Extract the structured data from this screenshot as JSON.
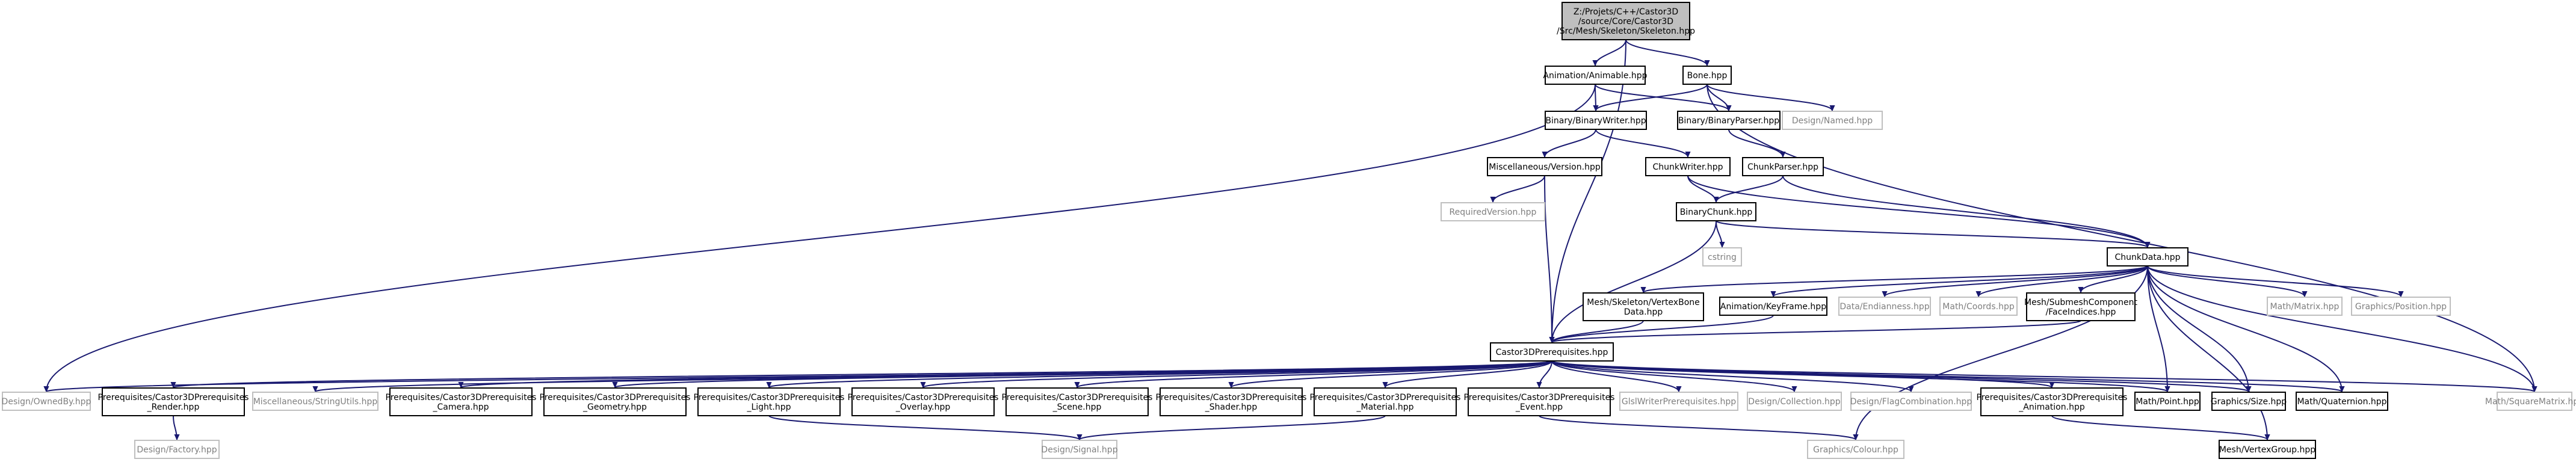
{
  "colors": {
    "edge": "#191970",
    "node_border": "#000000",
    "missing_border": "#bfbfbf",
    "root_fill": "#bfbfbf",
    "text": "#000000",
    "missing_text": "#7f7f7f"
  },
  "nodes": [
    {
      "id": "root",
      "lines": [
        "Z:/Projets/C++/Castor3D",
        "/source/Core/Castor3D",
        "/Src/Mesh/Skeleton/Skeleton.hpp"
      ],
      "kind": "root"
    },
    {
      "id": "animable",
      "lines": [
        "Animation/Animable.hpp"
      ],
      "kind": "file"
    },
    {
      "id": "bone",
      "lines": [
        "Bone.hpp"
      ],
      "kind": "file"
    },
    {
      "id": "binwriter",
      "lines": [
        "Binary/BinaryWriter.hpp"
      ],
      "kind": "file"
    },
    {
      "id": "binparser",
      "lines": [
        "Binary/BinaryParser.hpp"
      ],
      "kind": "file"
    },
    {
      "id": "named",
      "lines": [
        "Design/Named.hpp"
      ],
      "kind": "missing"
    },
    {
      "id": "version",
      "lines": [
        "Miscellaneous/Version.hpp"
      ],
      "kind": "file"
    },
    {
      "id": "chunkwriter",
      "lines": [
        "ChunkWriter.hpp"
      ],
      "kind": "file"
    },
    {
      "id": "chunkparser",
      "lines": [
        "ChunkParser.hpp"
      ],
      "kind": "file"
    },
    {
      "id": "reqversion",
      "lines": [
        "RequiredVersion.hpp"
      ],
      "kind": "missing"
    },
    {
      "id": "binchunk",
      "lines": [
        "BinaryChunk.hpp"
      ],
      "kind": "file"
    },
    {
      "id": "cstring",
      "lines": [
        "cstring"
      ],
      "kind": "missing"
    },
    {
      "id": "chunkdata",
      "lines": [
        "ChunkData.hpp"
      ],
      "kind": "file"
    },
    {
      "id": "vertexbone",
      "lines": [
        "Mesh/Skeleton/VertexBone",
        "Data.hpp"
      ],
      "kind": "file"
    },
    {
      "id": "keyframe",
      "lines": [
        "Animation/KeyFrame.hpp"
      ],
      "kind": "file"
    },
    {
      "id": "endianness",
      "lines": [
        "Data/Endianness.hpp"
      ],
      "kind": "missing"
    },
    {
      "id": "coords",
      "lines": [
        "Math/Coords.hpp"
      ],
      "kind": "missing"
    },
    {
      "id": "faceindices",
      "lines": [
        "Mesh/SubmeshComponent",
        "/FaceIndices.hpp"
      ],
      "kind": "file"
    },
    {
      "id": "matrix",
      "lines": [
        "Math/Matrix.hpp"
      ],
      "kind": "missing"
    },
    {
      "id": "position",
      "lines": [
        "Graphics/Position.hpp"
      ],
      "kind": "missing"
    },
    {
      "id": "prereq",
      "lines": [
        "Castor3DPrerequisites.hpp"
      ],
      "kind": "file"
    },
    {
      "id": "ownedby",
      "lines": [
        "Design/OwnedBy.hpp"
      ],
      "kind": "missing"
    },
    {
      "id": "render",
      "lines": [
        "Prerequisites/Castor3DPrerequisites",
        "_Render.hpp"
      ],
      "kind": "file"
    },
    {
      "id": "stringutils",
      "lines": [
        "Miscellaneous/StringUtils.hpp"
      ],
      "kind": "missing"
    },
    {
      "id": "camera",
      "lines": [
        "Prerequisites/Castor3DPrerequisites",
        "_Camera.hpp"
      ],
      "kind": "file"
    },
    {
      "id": "geometry",
      "lines": [
        "Prerequisites/Castor3DPrerequisites",
        "_Geometry.hpp"
      ],
      "kind": "file"
    },
    {
      "id": "light",
      "lines": [
        "Prerequisites/Castor3DPrerequisites",
        "_Light.hpp"
      ],
      "kind": "file"
    },
    {
      "id": "overlay",
      "lines": [
        "Prerequisites/Castor3DPrerequisites",
        "_Overlay.hpp"
      ],
      "kind": "file"
    },
    {
      "id": "scene",
      "lines": [
        "Prerequisites/Castor3DPrerequisites",
        "_Scene.hpp"
      ],
      "kind": "file"
    },
    {
      "id": "shader",
      "lines": [
        "Prerequisites/Castor3DPrerequisites",
        "_Shader.hpp"
      ],
      "kind": "file"
    },
    {
      "id": "material",
      "lines": [
        "Prerequisites/Castor3DPrerequisites",
        "_Material.hpp"
      ],
      "kind": "file"
    },
    {
      "id": "event",
      "lines": [
        "Prerequisites/Castor3DPrerequisites",
        "_Event.hpp"
      ],
      "kind": "file"
    },
    {
      "id": "glsl",
      "lines": [
        "GlslWriterPrerequisites.hpp"
      ],
      "kind": "missing"
    },
    {
      "id": "collection",
      "lines": [
        "Design/Collection.hpp"
      ],
      "kind": "missing"
    },
    {
      "id": "flagcomb",
      "lines": [
        "Design/FlagCombination.hpp"
      ],
      "kind": "missing"
    },
    {
      "id": "animation",
      "lines": [
        "Prerequisites/Castor3DPrerequisites",
        "_Animation.hpp"
      ],
      "kind": "file"
    },
    {
      "id": "point",
      "lines": [
        "Math/Point.hpp"
      ],
      "kind": "file"
    },
    {
      "id": "size",
      "lines": [
        "Graphics/Size.hpp"
      ],
      "kind": "file"
    },
    {
      "id": "quaternion",
      "lines": [
        "Math/Quaternion.hpp"
      ],
      "kind": "file"
    },
    {
      "id": "squarematrix",
      "lines": [
        "Math/SquareMatrix.hpp"
      ],
      "kind": "missing"
    },
    {
      "id": "factory",
      "lines": [
        "Design/Factory.hpp"
      ],
      "kind": "missing"
    },
    {
      "id": "signal",
      "lines": [
        "Design/Signal.hpp"
      ],
      "kind": "missing"
    },
    {
      "id": "colour",
      "lines": [
        "Graphics/Colour.hpp"
      ],
      "kind": "missing"
    },
    {
      "id": "vertexgroup",
      "lines": [
        "Mesh/VertexGroup.hpp"
      ],
      "kind": "file"
    }
  ],
  "edges": [
    [
      "root",
      "animable"
    ],
    [
      "root",
      "bone"
    ],
    [
      "root",
      "prereq"
    ],
    [
      "animable",
      "binwriter"
    ],
    [
      "animable",
      "binparser"
    ],
    [
      "animable",
      "ownedby"
    ],
    [
      "bone",
      "binwriter"
    ],
    [
      "bone",
      "binparser"
    ],
    [
      "bone",
      "named"
    ],
    [
      "bone",
      "squarematrix"
    ],
    [
      "binwriter",
      "version"
    ],
    [
      "binwriter",
      "chunkwriter"
    ],
    [
      "binparser",
      "chunkparser"
    ],
    [
      "version",
      "reqversion"
    ],
    [
      "version",
      "prereq"
    ],
    [
      "chunkwriter",
      "binchunk"
    ],
    [
      "chunkwriter",
      "chunkdata"
    ],
    [
      "chunkparser",
      "binchunk"
    ],
    [
      "chunkparser",
      "chunkdata"
    ],
    [
      "binchunk",
      "cstring"
    ],
    [
      "binchunk",
      "chunkdata"
    ],
    [
      "binchunk",
      "prereq"
    ],
    [
      "chunkdata",
      "vertexbone"
    ],
    [
      "chunkdata",
      "keyframe"
    ],
    [
      "chunkdata",
      "endianness"
    ],
    [
      "chunkdata",
      "coords"
    ],
    [
      "chunkdata",
      "faceindices"
    ],
    [
      "chunkdata",
      "matrix"
    ],
    [
      "chunkdata",
      "position"
    ],
    [
      "chunkdata",
      "point"
    ],
    [
      "chunkdata",
      "size"
    ],
    [
      "chunkdata",
      "quaternion"
    ],
    [
      "chunkdata",
      "squarematrix"
    ],
    [
      "chunkdata",
      "colour"
    ],
    [
      "chunkdata",
      "vertexgroup"
    ],
    [
      "vertexbone",
      "prereq"
    ],
    [
      "keyframe",
      "prereq"
    ],
    [
      "faceindices",
      "prereq"
    ],
    [
      "prereq",
      "ownedby"
    ],
    [
      "prereq",
      "render"
    ],
    [
      "prereq",
      "stringutils"
    ],
    [
      "prereq",
      "camera"
    ],
    [
      "prereq",
      "geometry"
    ],
    [
      "prereq",
      "light"
    ],
    [
      "prereq",
      "overlay"
    ],
    [
      "prereq",
      "scene"
    ],
    [
      "prereq",
      "shader"
    ],
    [
      "prereq",
      "material"
    ],
    [
      "prereq",
      "event"
    ],
    [
      "prereq",
      "glsl"
    ],
    [
      "prereq",
      "collection"
    ],
    [
      "prereq",
      "flagcomb"
    ],
    [
      "prereq",
      "animation"
    ],
    [
      "prereq",
      "point"
    ],
    [
      "prereq",
      "size"
    ],
    [
      "prereq",
      "quaternion"
    ],
    [
      "prereq",
      "squarematrix"
    ],
    [
      "render",
      "factory"
    ],
    [
      "light",
      "signal"
    ],
    [
      "material",
      "signal"
    ],
    [
      "event",
      "colour"
    ],
    [
      "animation",
      "vertexgroup"
    ]
  ]
}
